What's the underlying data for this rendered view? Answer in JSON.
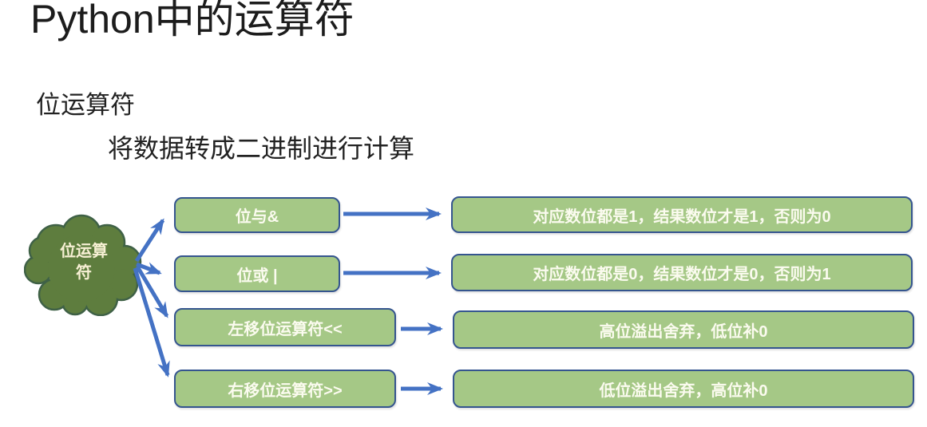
{
  "slide": {
    "title": "Python中的运算符",
    "heading": "位运算符",
    "subheading": "将数据转成二进制进行计算"
  },
  "diagram": {
    "cloud_label": "位运算符",
    "rows": [
      {
        "operator": "位与&",
        "description": "对应数位都是1，结果数位才是1，否则为0"
      },
      {
        "operator": "位或 |",
        "description": "对应数位都是0，结果数位才是0，否则为1"
      },
      {
        "operator": "左移位运算符<<",
        "description": "高位溢出舍弃，低位补0"
      },
      {
        "operator": "右移位运算符>>",
        "description": "低位溢出舍弃，高位补0"
      }
    ],
    "colors": {
      "box_fill": "#a5c886",
      "box_border": "#35558f",
      "box_text": "#fbfbef",
      "cloud_fill": "#5e7d3e",
      "cloud_border": "#3f6146",
      "cloud_text": "#f7f0d4",
      "arrow": "#4472c4",
      "title_text": "#1c1c1c"
    }
  }
}
